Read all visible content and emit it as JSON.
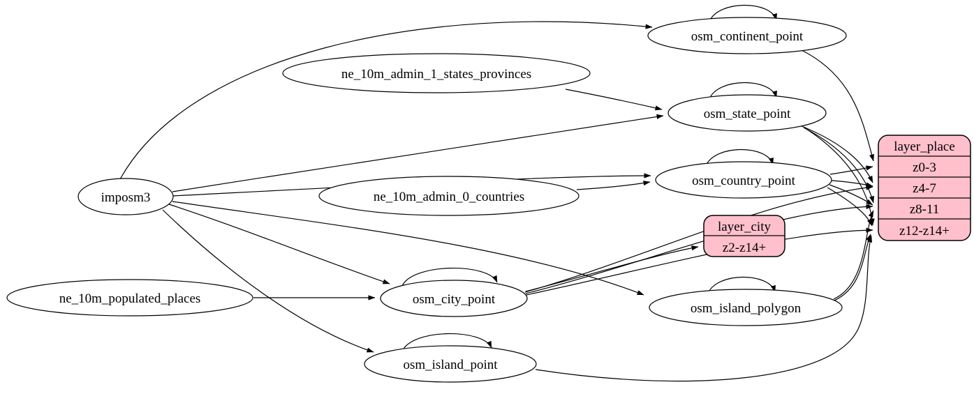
{
  "diagram": {
    "kind": "etl-graph",
    "colors": {
      "layer_fill": "#ffc0cb",
      "table_fill": "#ffffff",
      "stroke": "#000000",
      "background": "#ffffff"
    },
    "source_nodes": {
      "imposm3": "imposm3",
      "ne_10m_populated_places": "ne_10m_populated_places",
      "ne_10m_admin_1_states_provinces": "ne_10m_admin_1_states_provinces",
      "ne_10m_admin_0_countries": "ne_10m_admin_0_countries"
    },
    "table_nodes": {
      "osm_continent_point": "osm_continent_point",
      "osm_state_point": "osm_state_point",
      "osm_country_point": "osm_country_point",
      "osm_city_point": "osm_city_point",
      "osm_island_polygon": "osm_island_polygon",
      "osm_island_point": "osm_island_point"
    },
    "layer_city": {
      "title": "layer_city",
      "rows": [
        "z2-z14+"
      ]
    },
    "layer_place": {
      "title": "layer_place",
      "rows": [
        "z0-3",
        "z4-7",
        "z8-11",
        "z12-z14+"
      ]
    },
    "edges": [
      {
        "from": "imposm3",
        "to": "osm_continent_point"
      },
      {
        "from": "imposm3",
        "to": "osm_state_point"
      },
      {
        "from": "imposm3",
        "to": "osm_country_point"
      },
      {
        "from": "imposm3",
        "to": "osm_city_point"
      },
      {
        "from": "imposm3",
        "to": "osm_island_polygon"
      },
      {
        "from": "imposm3",
        "to": "osm_island_point"
      },
      {
        "from": "ne_10m_admin_1_states_provinces",
        "to": "osm_state_point"
      },
      {
        "from": "ne_10m_admin_0_countries",
        "to": "osm_country_point"
      },
      {
        "from": "ne_10m_populated_places",
        "to": "osm_city_point"
      },
      {
        "from": "osm_continent_point",
        "to": "osm_continent_point"
      },
      {
        "from": "osm_state_point",
        "to": "osm_state_point"
      },
      {
        "from": "osm_country_point",
        "to": "osm_country_point"
      },
      {
        "from": "osm_city_point",
        "to": "osm_city_point"
      },
      {
        "from": "osm_island_polygon",
        "to": "osm_island_polygon"
      },
      {
        "from": "osm_island_point",
        "to": "osm_island_point"
      },
      {
        "from": "osm_city_point",
        "to": "layer_city:z2-z14+"
      },
      {
        "from": "osm_city_point",
        "to": "layer_place:z4-7"
      },
      {
        "from": "osm_city_point",
        "to": "layer_place:z8-11"
      },
      {
        "from": "osm_city_point",
        "to": "layer_place:z12-z14+"
      },
      {
        "from": "osm_state_point",
        "to": "layer_place:z4-7"
      },
      {
        "from": "osm_state_point",
        "to": "layer_place:z8-11"
      },
      {
        "from": "osm_state_point",
        "to": "layer_place:z12-z14+"
      },
      {
        "from": "osm_country_point",
        "to": "layer_place:z0-3"
      },
      {
        "from": "osm_country_point",
        "to": "layer_place:z4-7"
      },
      {
        "from": "osm_country_point",
        "to": "layer_place:z8-11"
      },
      {
        "from": "osm_country_point",
        "to": "layer_place:z12-z14+"
      },
      {
        "from": "osm_continent_point",
        "to": "layer_place:z0-3"
      },
      {
        "from": "osm_island_polygon",
        "to": "layer_place:z8-11"
      },
      {
        "from": "osm_island_polygon",
        "to": "layer_place:z12-z14+"
      },
      {
        "from": "osm_island_point",
        "to": "layer_place:z12-z14+"
      }
    ]
  }
}
